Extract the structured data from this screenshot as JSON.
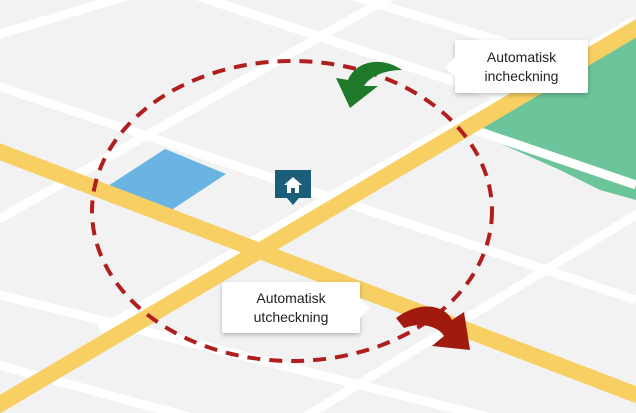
{
  "labels": {
    "checkin": [
      "Automatisk",
      "incheckning"
    ],
    "checkout": [
      "Automatisk",
      "utcheckning"
    ]
  },
  "colors": {
    "background": "#f2f2f2",
    "street": "#ffffff",
    "main_road": "#f7cf63",
    "park": "#6cc59a",
    "building": "#6ab4e4",
    "geofence": "#b01e1e",
    "checkin_arrow": "#1e7a2a",
    "checkout_arrow": "#a01a0e",
    "home_pin": "#1b5e7a"
  },
  "icons": {
    "home": "home-pin-icon",
    "checkin": "curved-arrow-in-icon",
    "checkout": "curved-arrow-out-icon"
  }
}
